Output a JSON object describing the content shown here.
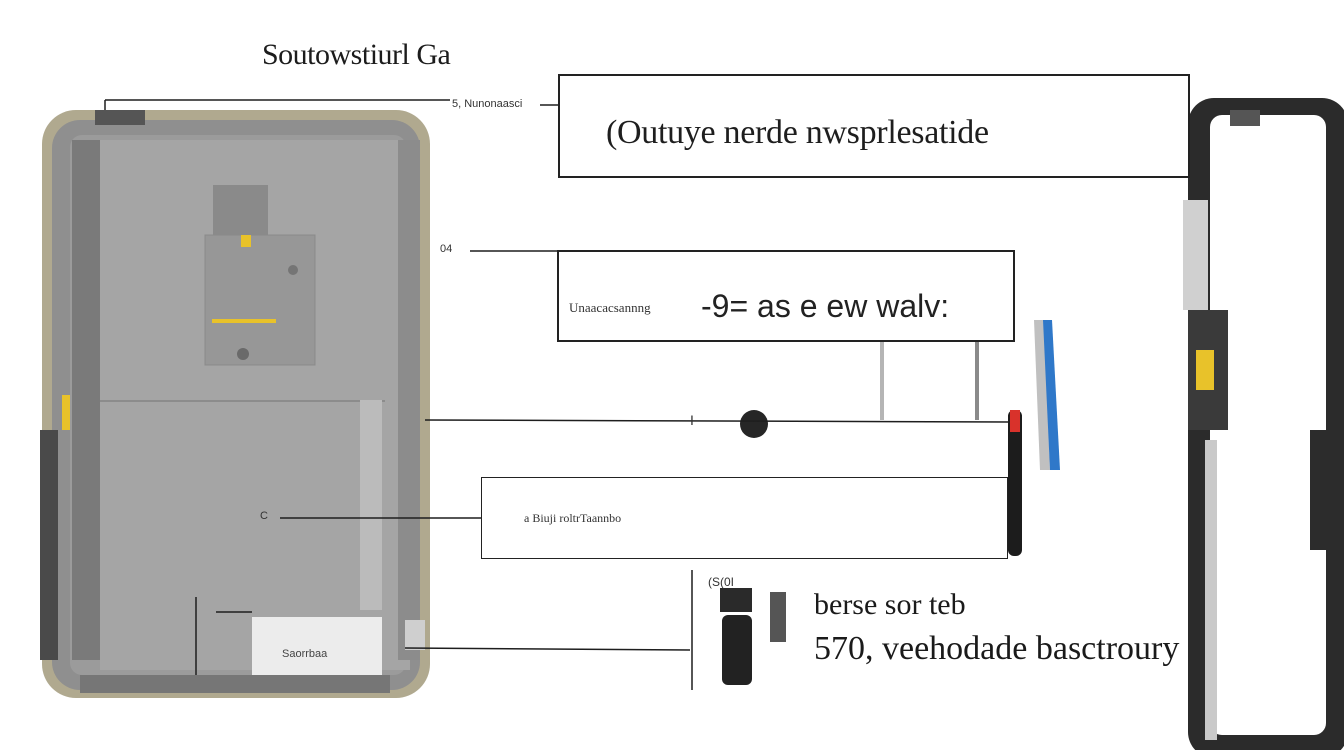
{
  "title": "Soutowstiurl Ga",
  "callouts": {
    "top_label": "5, Nunonaasci",
    "box1_text": "(Outuye nerde nwsprlesatide",
    "mid_label": "04",
    "box2_small": "Unaacacsannng",
    "box2_big": "-9= as e ew walv:",
    "connector_label": "I",
    "box3_label": "Biuji roltrTaannbo",
    "box3_prefix": "a",
    "left_label": "C",
    "gray_label": "Saorrbaa",
    "bottom_code": "(S(0I",
    "caption_line1": "berse sor teb",
    "caption_line2": "570, veehodade basctroury"
  },
  "colors": {
    "device_frame": "#b0a98f",
    "device_fill": "#8e8e8e",
    "accent_yellow": "#e8c22a",
    "tool_blue": "#2f78c9",
    "tool_red": "#d9322b"
  }
}
